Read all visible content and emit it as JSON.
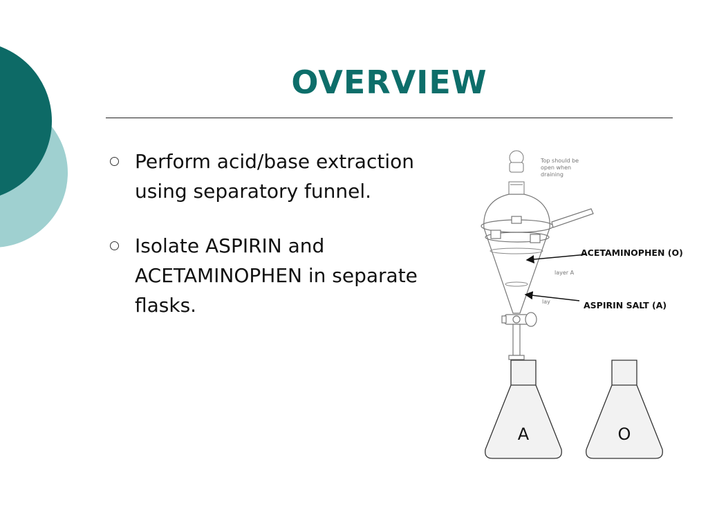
{
  "slide": {
    "title": "OVERVIEW",
    "bullets": [
      {
        "text": "Perform acid/base extraction using separatory funnel."
      },
      {
        "text": "Isolate ASPIRIN and ACETAMINOPHEN in separate flasks."
      }
    ]
  },
  "diagram": {
    "note": "Top should be open when draining",
    "layer_a_small": "layer A",
    "layer_b_small": "lay",
    "label_top": "ACETAMINOPHEN (O)",
    "label_bottom": "ASPIRIN SALT (A)",
    "flask_left_label": "A",
    "flask_right_label": "O"
  },
  "colors": {
    "teal_dark": "#0d6a66",
    "teal_light": "#9fd0d0",
    "title": "#0d6e6a"
  },
  "icons": [
    "bullet-circle-icon",
    "arrow-icon"
  ]
}
